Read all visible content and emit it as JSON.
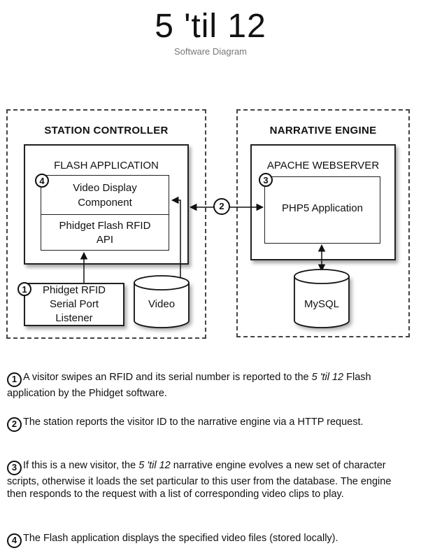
{
  "header": {
    "title": "5 'til 12",
    "subtitle": "Software Diagram"
  },
  "diagram": {
    "station_controller": {
      "title": "STATION CONTROLLER",
      "flash_application": {
        "title": "FLASH APPLICATION",
        "video_display": {
          "badge": "4",
          "line1": "Video Display",
          "line2": "Component"
        },
        "rfid_api": {
          "line1": "Phidget Flash RFID",
          "line2": "API"
        }
      },
      "listener": {
        "badge": "1",
        "line1": "Phidget RFID",
        "line2": "Serial Port",
        "line3": "Listener"
      },
      "video_store": {
        "label": "Video"
      }
    },
    "narrative_engine": {
      "title": "NARRATIVE ENGINE",
      "webserver": {
        "title": "APACHE WEBSERVER",
        "php": {
          "badge": "3",
          "label": "PHP5 Application"
        }
      },
      "mysql": {
        "label": "MySQL"
      }
    },
    "link_badge": "2"
  },
  "notes": [
    {
      "badge": "1",
      "before": "A visitor swipes an RFID and its serial number is reported to the ",
      "italic": "5 'til 12",
      "after": " Flash application by the Phidget software."
    },
    {
      "badge": "2",
      "before": "The station reports the visitor ID to the narrative engine via a HTTP request.",
      "italic": "",
      "after": ""
    },
    {
      "badge": "3",
      "before": "If this is a new visitor, the ",
      "italic": "5 'til 12",
      "after": " narrative engine evolves a new set of character scripts, otherwise it loads the set particular to this user from the database. The engine then responds to the request with a list of corresponding video clips to play."
    },
    {
      "badge": "4",
      "before": "The Flash application displays the specified video files (stored locally).",
      "italic": "",
      "after": ""
    }
  ]
}
